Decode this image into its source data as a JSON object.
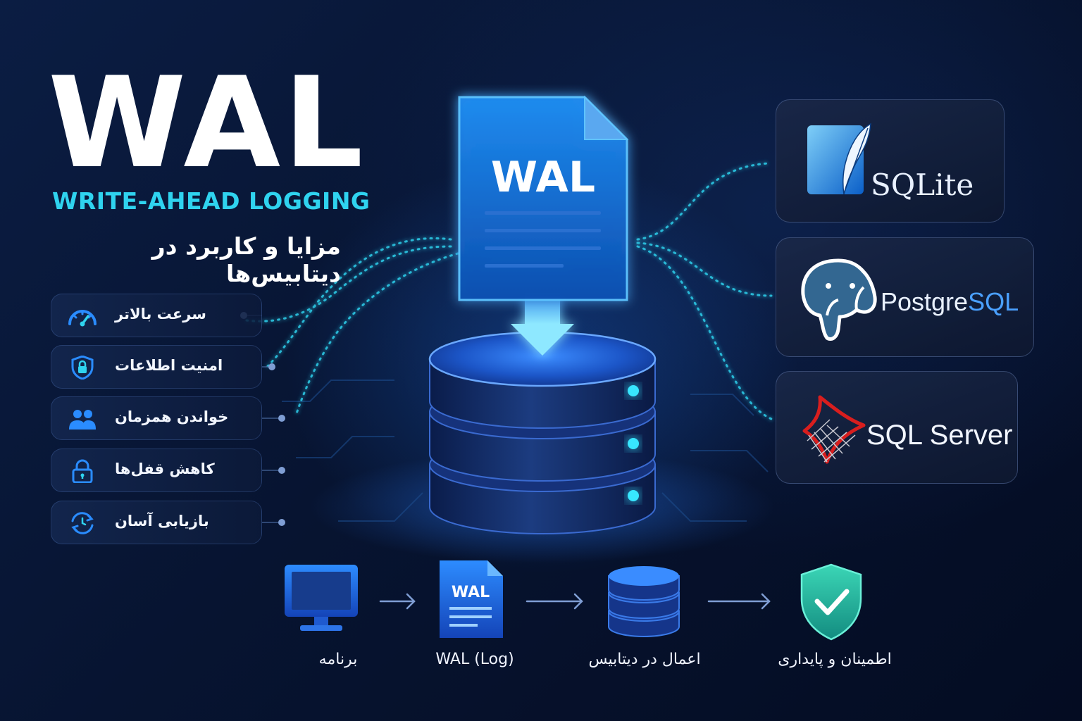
{
  "title": "WAL",
  "subtitle": "WRITE-AHEAD LOGGING",
  "fa_subtitle": "مزایا و کاربرد در دیتابیس‌ها",
  "doc_label": "WAL",
  "features": [
    {
      "label": "سرعت بالاتر",
      "icon": "speedometer-icon"
    },
    {
      "label": "امنیت اطلاعات",
      "icon": "shield-lock-icon"
    },
    {
      "label": "خواندن همزمان",
      "icon": "users-icon"
    },
    {
      "label": "کاهش قفل‌ها",
      "icon": "padlock-icon"
    },
    {
      "label": "بازیابی آسان",
      "icon": "recovery-icon"
    }
  ],
  "databases": [
    {
      "name": "SQLite",
      "icon": "sqlite-feather-icon"
    },
    {
      "name_a": "Postgre",
      "name_b": "SQL",
      "icon": "postgres-elephant-icon"
    },
    {
      "name": "SQL Server",
      "icon": "sqlserver-icon"
    }
  ],
  "flow": [
    {
      "label": "برنامه",
      "icon": "monitor-icon"
    },
    {
      "label": "WAL (Log)",
      "icon_text": "WAL",
      "icon": "log-file-icon"
    },
    {
      "label": "اعمال در دیتابیس",
      "icon": "database-icon"
    },
    {
      "label": "اطمینان و پایداری",
      "icon": "check-shield-icon"
    }
  ],
  "colors": {
    "accent": "#2fd3ef",
    "primary_blue": "#1f7fff",
    "background": "#071431",
    "postgres_blue": "#336791",
    "shield_green": "#2ec4a8"
  }
}
